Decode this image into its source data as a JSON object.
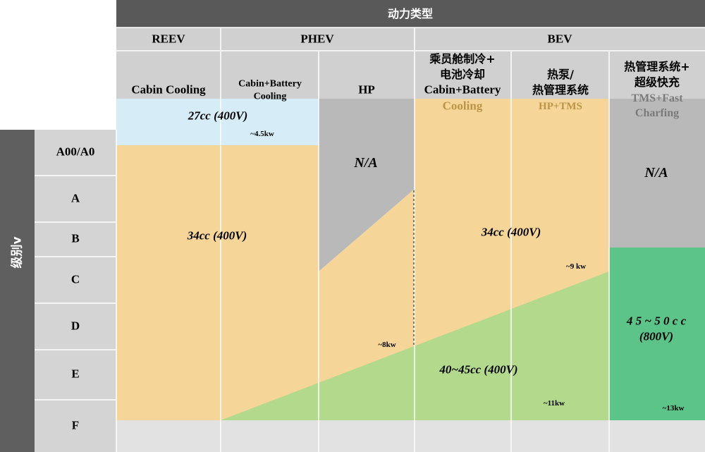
{
  "header": {
    "title": "动力类型",
    "groups": [
      "REEV",
      "PHEV",
      "BEV"
    ],
    "sub": {
      "reev": "Cabin Cooling",
      "phev_cb_1": "Cabin+Battery",
      "phev_cb_2": "Cooling",
      "phev_hp": "HP",
      "bev_c1_1": "乘员舱制冷+",
      "bev_c1_2": "电池冷却",
      "bev_c1_3": "Cabin+Battery",
      "bev_c1_4": "Cooling",
      "bev_c2_1": "热泵/",
      "bev_c2_2": "热管理系统",
      "bev_c2_3": "HP+TMS",
      "bev_c3_1": "热管理系统+",
      "bev_c3_2": "超级快充",
      "bev_c3_3": "TMS+Fast",
      "bev_c3_4": "Charfing"
    }
  },
  "side_title": "级别v",
  "rows": [
    "A00/A0",
    "A",
    "B",
    "C",
    "D",
    "E",
    "F"
  ],
  "regions": {
    "r27": "27cc (400V)",
    "r34a": "34cc (400V)",
    "r34b": "34cc (400V)",
    "r40": "40~45cc (400V)",
    "r45": "4 5 ~ 5 0 c c",
    "r45v": "(800V)",
    "na1": "N/A",
    "na2": "N/A"
  },
  "power": {
    "p45": "~4.5kw",
    "p9": "~9 kw",
    "p8": "~8kw",
    "p11": "~11kw",
    "p13": "~13kw"
  },
  "colors": {
    "title_bar": "#595959",
    "header": "#d0d0d0",
    "side": "#5f5f5f",
    "row_label": "#d4d4d4",
    "orange": "#f5d598",
    "blue": "#d6ecf6",
    "gray": "#b9b9b9",
    "light_green": "#b2d98c",
    "green": "#5cc488",
    "bottom": "#e2e2e2"
  }
}
